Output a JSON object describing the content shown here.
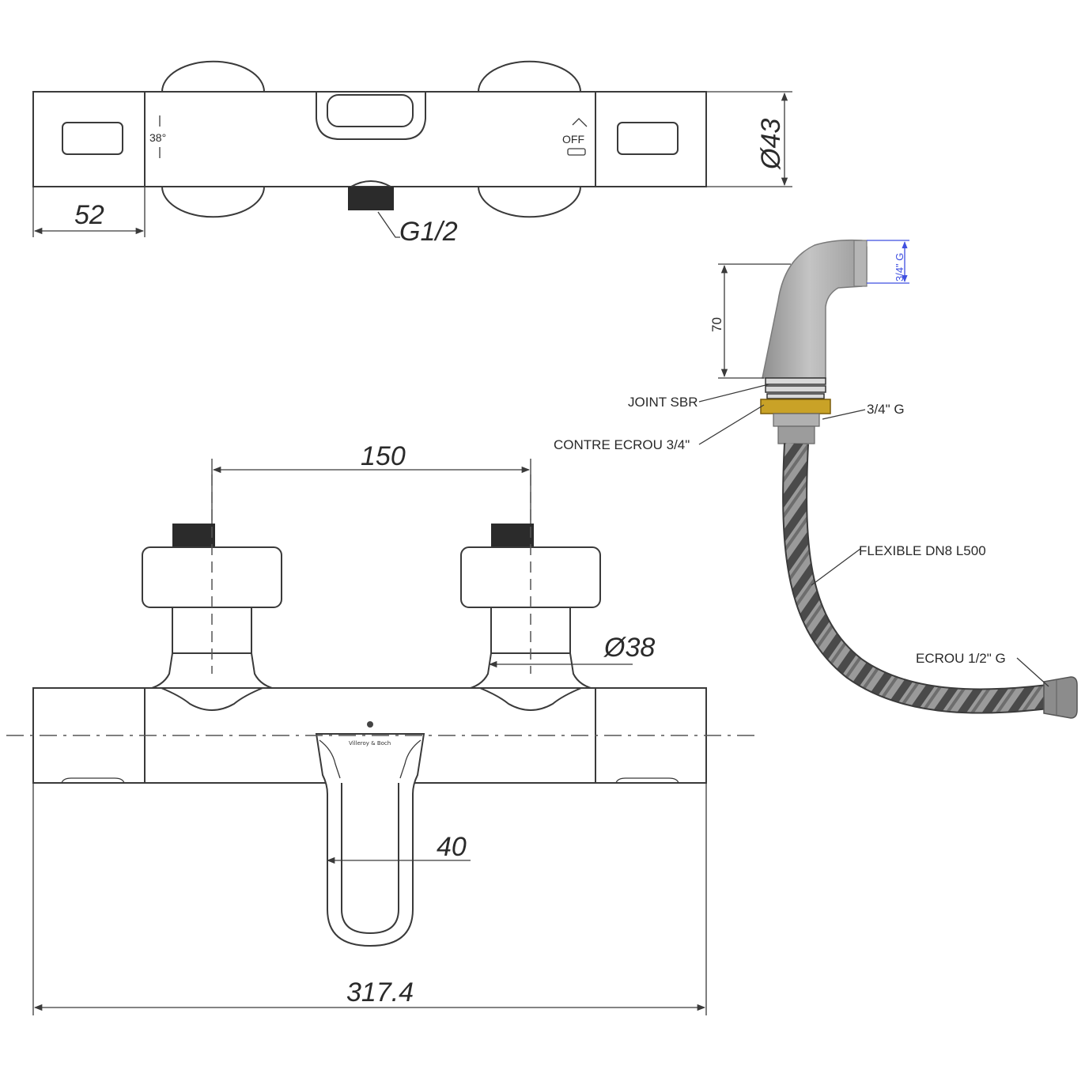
{
  "top_view": {
    "width_dim": "52",
    "diameter_dim": "Ø43",
    "inlet_label": "G1/2",
    "temp_mark": "38°",
    "off_mark": "OFF"
  },
  "front_view": {
    "inlet_spacing_dim": "150",
    "inlet_diameter_dim": "Ø38",
    "spout_width_dim": "40",
    "total_length_dim": "317.4",
    "brand_mark": "Villeroy & Boch"
  },
  "hand_shower": {
    "height_dim": "70",
    "thread_dim": "3/4\" G",
    "labels": {
      "joint": "JOINT SBR",
      "thread": "3/4\" G",
      "lock_nut": "CONTRE ECROU 3/4\"",
      "hose": "FLEXIBLE DN8 L500",
      "nut": "ECROU 1/2\" G"
    }
  },
  "colors": {
    "line": "#3a3a3a",
    "thread": "#2b2b2b",
    "metal": "#a9a9a9",
    "brass": "#c9a227",
    "dim_blue": "#3f4fe0"
  }
}
